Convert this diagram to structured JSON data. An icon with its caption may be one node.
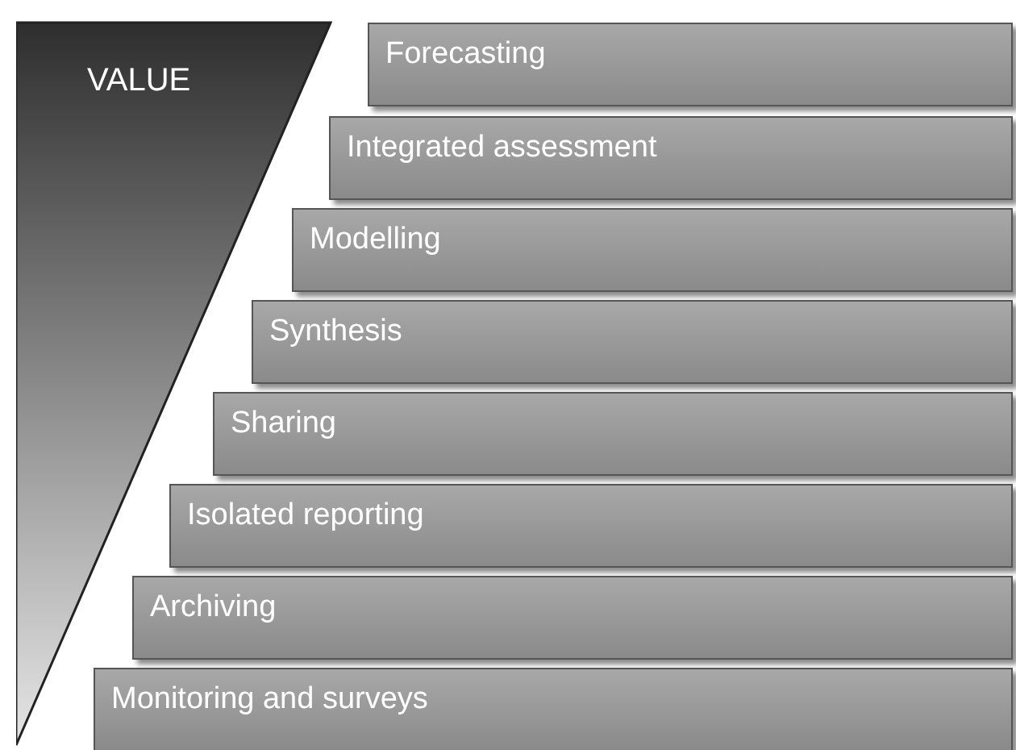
{
  "diagram": {
    "nodes": [
      {
        "text": [
          "VALUE"
        ]
      },
      {
        "text": [
          "Forecasting"
        ]
      },
      {
        "text": [
          "Integrated assessment"
        ]
      },
      {
        "text": [
          "Modelling"
        ]
      },
      {
        "text": [
          "Synthesis"
        ]
      },
      {
        "text": [
          "Sharing"
        ]
      },
      {
        "text": [
          "Isolated reporting"
        ]
      },
      {
        "text": [
          "Archiving"
        ]
      },
      {
        "text": [
          "Monitoring and surveys"
        ]
      }
    ]
  }
}
